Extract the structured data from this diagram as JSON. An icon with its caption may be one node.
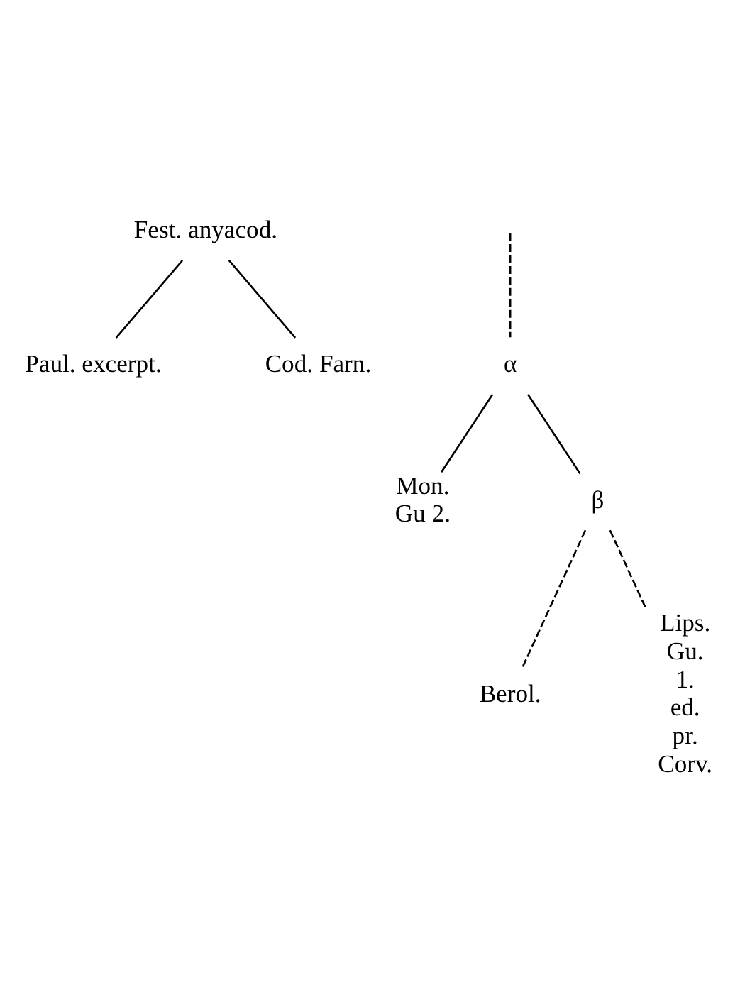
{
  "diagram": {
    "nodes": [
      {
        "text": [
          "Fest. anyacod."
        ]
      },
      {
        "text": [
          "Paul. excerpt."
        ]
      },
      {
        "text": [
          "Cod. Farn."
        ]
      },
      {
        "text": [
          "α"
        ]
      },
      {
        "text": [
          "Mon. Gu 2."
        ]
      },
      {
        "text": [
          "β"
        ]
      },
      {
        "text": [
          "Berol."
        ]
      },
      {
        "text": [
          "Lips. Gu. 1. ed. pr. Corv."
        ]
      }
    ],
    "edges": [
      {
        "from": 0,
        "to": 1,
        "arrow": "none"
      },
      {
        "from": 0,
        "to": 2,
        "arrow": "none"
      },
      {
        "from": null,
        "to": 3,
        "arrow": "none",
        "style": "dashed"
      },
      {
        "from": 3,
        "to": 4,
        "arrow": "none"
      },
      {
        "from": 3,
        "to": 5,
        "arrow": "none"
      },
      {
        "from": 5,
        "to": 6,
        "arrow": "none",
        "style": "dashed"
      },
      {
        "from": 5,
        "to": 7,
        "arrow": "none",
        "style": "dashed"
      }
    ]
  }
}
